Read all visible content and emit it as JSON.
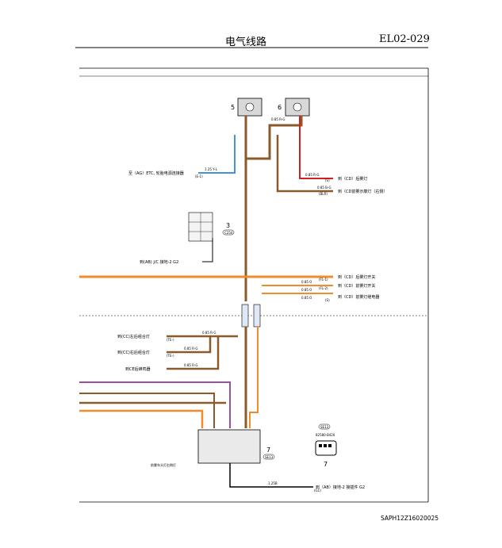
{
  "header": {
    "title": "电气线路",
    "code": "EL02-029"
  },
  "footer": {
    "code": "SAPH12Z16020025"
  },
  "components": {
    "c5": {
      "number": "5"
    },
    "c6": {
      "number": "6"
    },
    "c3": {
      "number": "3",
      "tag": "C254"
    },
    "c7": {
      "number": "7",
      "tag": "SE13",
      "label": "前雾车头灯右侧灯"
    },
    "c7b": {
      "number": "7",
      "tag": "SE13",
      "part": "82580-8420"
    }
  },
  "left_labels": {
    "ag": "至（AG）ETC, 轮胎电源连接器",
    "ab_jc": "到(AB) J/C 接地-2 G2",
    "cc_left_rear": "到(CC)左后组合灯",
    "cc_right_rear": "到(CC)右后组合灯",
    "ce_buzzer": "到CE后蜂鸣器"
  },
  "right_labels": {
    "cd_rear_fog": "到（CD）后雾灯",
    "cd_front_indicator": "到（CD前雾示廓灯（右侧）",
    "cd_switch1": "到（CD）后雾灯开关",
    "cd_switch2": "到（CD）前雾灯开关",
    "cd_relay": "到（CD）前雾灯继电器",
    "ab_ground": "到（AB）接地-2 接插件 G2"
  },
  "wire_labels": {
    "w1": "0.85 R-G",
    "w2": "1.25 Y-L",
    "w3": "0.85 R-G",
    "w4": "0.85 B-G",
    "w5": "0.85 O",
    "w6": "0.85 O",
    "w7": "0.85 R-G",
    "w8": "0.85 R-G",
    "w9": "0.85 R-G",
    "w10": "1.25B",
    "w11": "0.85 O"
  },
  "pin_labels": {
    "p_fl1": "(FL-1)",
    "p_fl2": "(FL-2)",
    "p_el": "(E-1)",
    "p_te": "(TE-)",
    "p_te2": "(TE-)",
    "p_gnd": "(G1)",
    "p_bl": "(BLR)",
    "p_s": "(S)",
    "p_s2": "(S)"
  },
  "colors": {
    "brown": "#8b5a2b",
    "orange": "#f28c28",
    "red": "#d42020",
    "blue": "#4a90d9",
    "purple": "#9b4fa0",
    "black": "#000000",
    "gray_conn": "#9a9a9a"
  }
}
